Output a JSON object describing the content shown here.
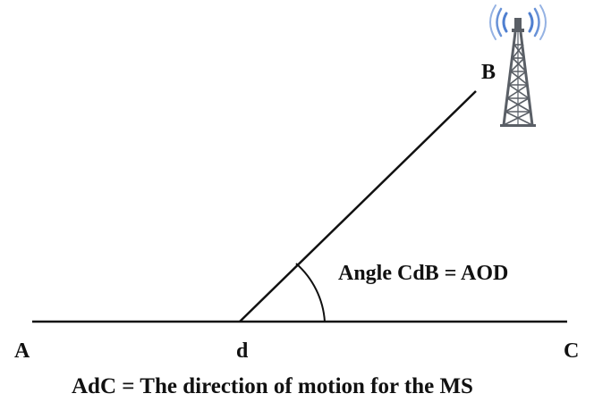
{
  "diagram": {
    "points": {
      "a": "A",
      "d": "d",
      "c": "C",
      "b": "B"
    },
    "angle_label": "Angle CdB = AOD",
    "caption": "AdC = The direction of motion for the MS",
    "icons": {
      "tower": "cell-tower-icon"
    },
    "colors": {
      "line": "#111111",
      "tower_steel": "#5a5f66",
      "signal_waves": "#4f7fd0",
      "text": "#111111"
    }
  }
}
